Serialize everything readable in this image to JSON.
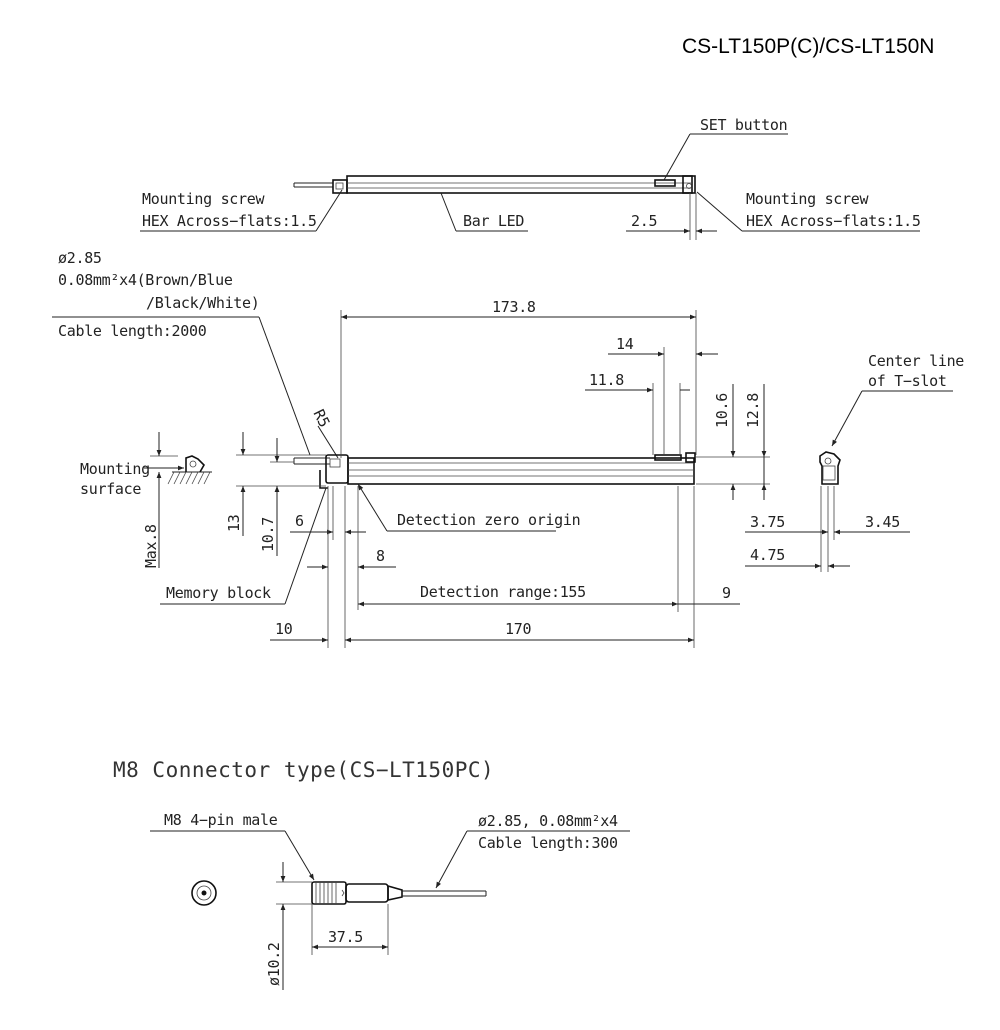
{
  "title": "CS-LT150P(C)/CS-LT150N",
  "top_view": {
    "set_button": "SET button",
    "mount_screw_left_1": "Mounting screw",
    "mount_screw_left_2": "HEX Across−flats:1.5",
    "bar_led": "Bar LED",
    "dim_2_5": "2.5",
    "mount_screw_right_1": "Mounting screw",
    "mount_screw_right_2": "HEX Across−flats:1.5"
  },
  "front_view": {
    "cable_1": "ø2.85",
    "cable_2": "0.08mm²x4(Brown/Blue",
    "cable_3": "/Black/White)",
    "cable_length": "Cable length:2000",
    "r5": "R5",
    "dim_173_8": "173.8",
    "dim_14": "14",
    "dim_11_8": "11.8",
    "dim_10_6": "10.6",
    "dim_12_8": "12.8",
    "mounting_surface_1": "Mounting",
    "mounting_surface_2": "surface",
    "max8": "Max.8",
    "dim_13": "13",
    "dim_10_7": "10.7",
    "dim_6": "6",
    "detection_zero": "Detection zero origin",
    "dim_8": "8",
    "memory_block": "Memory block",
    "detection_range": "Detection range:155",
    "dim_9": "9",
    "dim_10": "10",
    "dim_170": "170"
  },
  "side_view": {
    "center_line_1": "Center line",
    "center_line_2": "of T−slot",
    "dim_3_75": "3.75",
    "dim_3_45": "3.45",
    "dim_4_75": "4.75"
  },
  "connector": {
    "section_title": "M8 Connector type(CS−LT150PC)",
    "m8_pin": "M8 4−pin male",
    "cable_spec": "ø2.85, 0.08mm²x4",
    "cable_length": "Cable length:300",
    "dia_10_2": "ø10.2",
    "dim_37_5": "37.5"
  }
}
